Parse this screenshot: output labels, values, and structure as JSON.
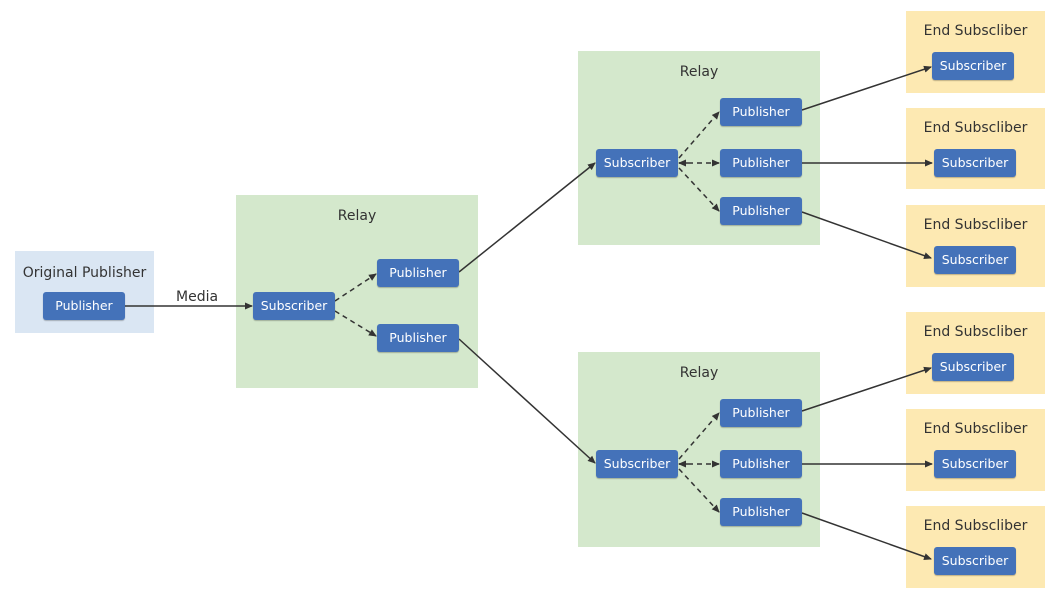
{
  "colors": {
    "node_fill": "#4472b9",
    "original_group": "#dae6f3",
    "relay_group": "#d4e8cc",
    "end_group": "#fde9b2",
    "edge": "#333333"
  },
  "original": {
    "title": "Original Publisher",
    "node": "Publisher"
  },
  "media_label": "Media",
  "relay1": {
    "title": "Relay",
    "subscriber": "Subscriber",
    "publishers": [
      "Publisher",
      "Publisher"
    ]
  },
  "relay2": {
    "title": "Relay",
    "subscriber": "Subscriber",
    "publishers": [
      "Publisher",
      "Publisher",
      "Publisher"
    ]
  },
  "relay3": {
    "title": "Relay",
    "subscriber": "Subscriber",
    "publishers": [
      "Publisher",
      "Publisher",
      "Publisher"
    ]
  },
  "ends": [
    {
      "title": "End Subscliber",
      "node": "Subscriber"
    },
    {
      "title": "End Subscliber",
      "node": "Subscriber"
    },
    {
      "title": "End Subscliber",
      "node": "Subscriber"
    },
    {
      "title": "End Subscliber",
      "node": "Subscriber"
    },
    {
      "title": "End Subscliber",
      "node": "Subscriber"
    },
    {
      "title": "End Subscliber",
      "node": "Subscriber"
    }
  ]
}
